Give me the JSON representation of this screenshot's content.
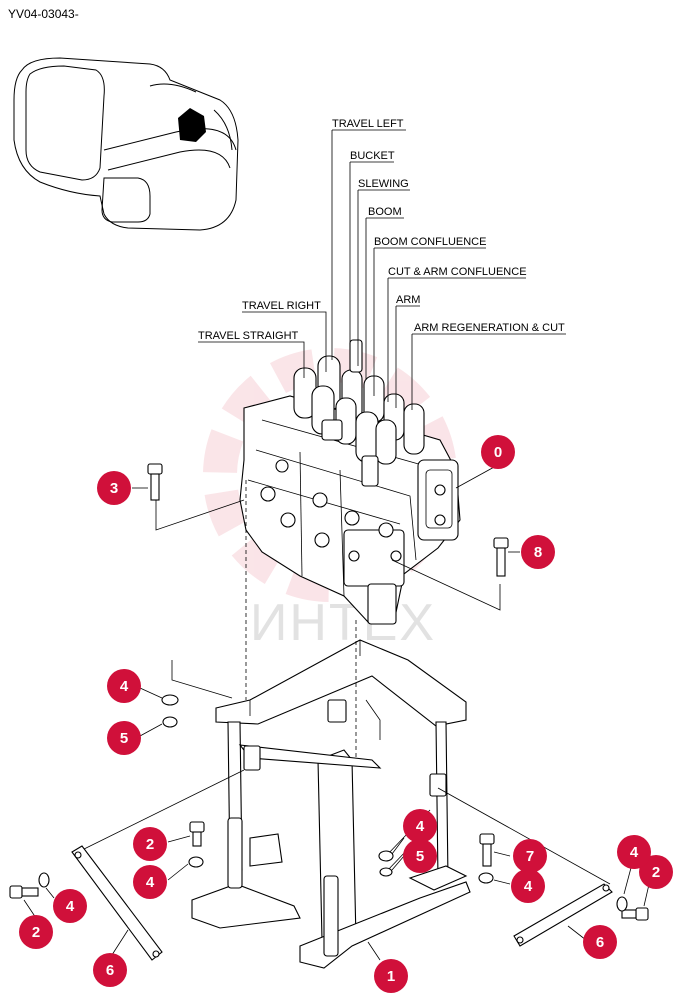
{
  "doc_code": "YV04-03043-",
  "watermark": "ИНТЕХ",
  "accent_color": "#d0103a",
  "labels": {
    "travel_left": "TRAVEL LEFT",
    "bucket": "BUCKET",
    "slewing": "SLEWING",
    "boom": "BOOM",
    "boom_confluence": "BOOM CONFLUENCE",
    "cut_arm_confluence": "CUT & ARM CONFLUENCE",
    "arm": "ARM",
    "arm_regeneration_cut": "ARM REGENERATION & CUT",
    "travel_right": "TRAVEL RIGHT",
    "travel_straight": "TRAVEL STRAIGHT"
  },
  "callouts": {
    "c0": "0",
    "c1": "1",
    "c2a": "2",
    "c2b": "2",
    "c2c": "2",
    "c3": "3",
    "c4a": "4",
    "c4b": "4",
    "c4c": "4",
    "c4d": "4",
    "c4e": "4",
    "c4f": "4",
    "c5a": "5",
    "c5b": "5",
    "c6a": "6",
    "c6b": "6",
    "c7": "7",
    "c8": "8"
  }
}
